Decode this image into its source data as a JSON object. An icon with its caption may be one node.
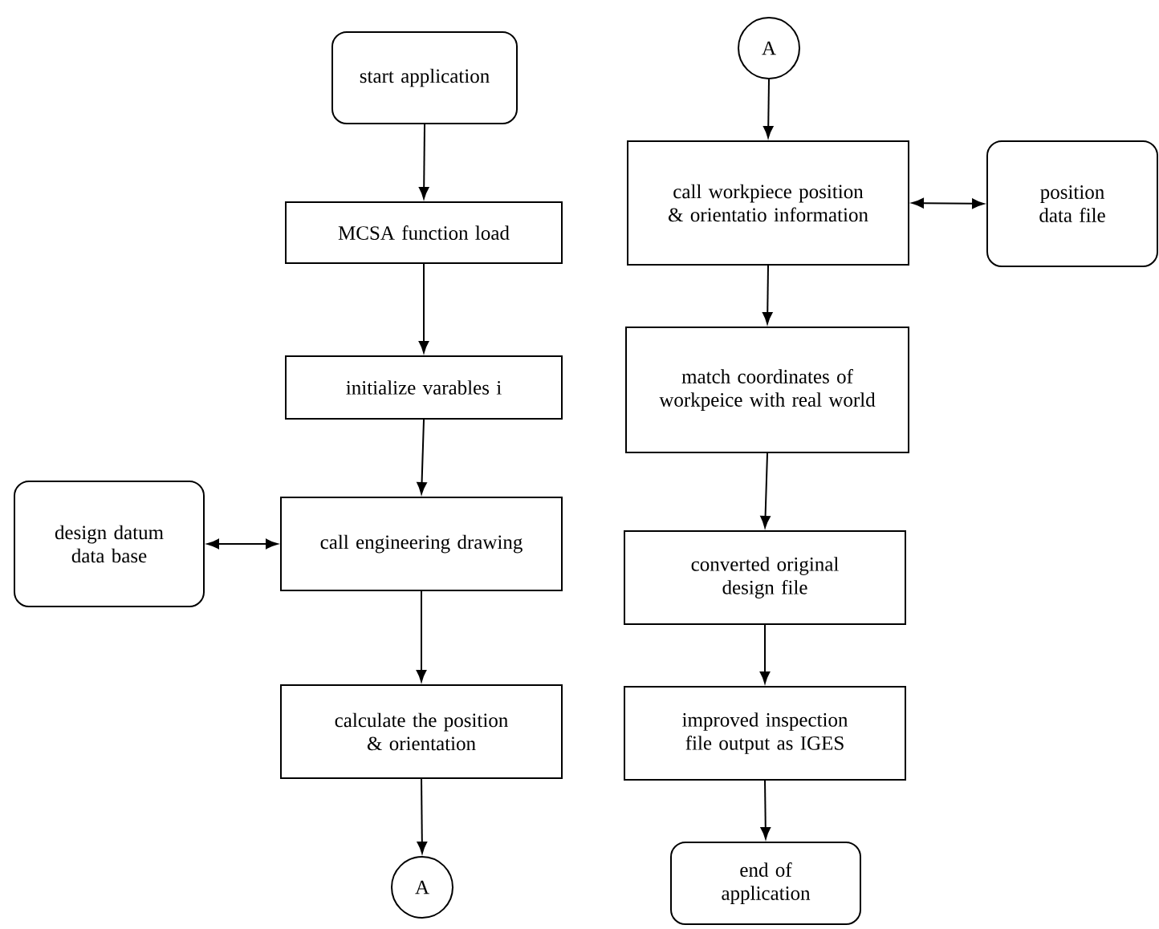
{
  "diagram": {
    "nodes": [
      {
        "text": [
          "start application"
        ]
      },
      {
        "text": [
          "MCSA function load"
        ]
      },
      {
        "text": [
          "initialize varables i"
        ]
      },
      {
        "text": [
          "design datum data base"
        ]
      },
      {
        "text": [
          "call engineering drawing"
        ]
      },
      {
        "text": [
          "calculate the position & orientation"
        ]
      },
      {
        "text": [
          "A"
        ]
      },
      {
        "text": [
          "A"
        ]
      },
      {
        "text": [
          "call workpiece position & orientatio information"
        ]
      },
      {
        "text": [
          "position data file"
        ]
      },
      {
        "text": [
          "match coordinates of workpeice with real world"
        ]
      },
      {
        "text": [
          "converted original design file"
        ]
      },
      {
        "text": [
          "improved inspection file output as IGES"
        ]
      },
      {
        "text": [
          "end of application"
        ]
      }
    ],
    "edges": [
      {
        "from": 0,
        "to": 1,
        "arrow": "to"
      },
      {
        "from": 1,
        "to": 2,
        "arrow": "to"
      },
      {
        "from": 2,
        "to": 4,
        "arrow": "to"
      },
      {
        "from": 3,
        "to": 4,
        "arrow": "both"
      },
      {
        "from": 4,
        "to": 5,
        "arrow": "to"
      },
      {
        "from": 5,
        "to": 6,
        "arrow": "to"
      },
      {
        "from": 7,
        "to": 8,
        "arrow": "to"
      },
      {
        "from": 8,
        "to": 9,
        "arrow": "both"
      },
      {
        "from": 8,
        "to": 10,
        "arrow": "to"
      },
      {
        "from": 10,
        "to": 11,
        "arrow": "to"
      },
      {
        "from": 11,
        "to": 12,
        "arrow": "to"
      },
      {
        "from": 12,
        "to": 13,
        "arrow": "to"
      }
    ]
  }
}
